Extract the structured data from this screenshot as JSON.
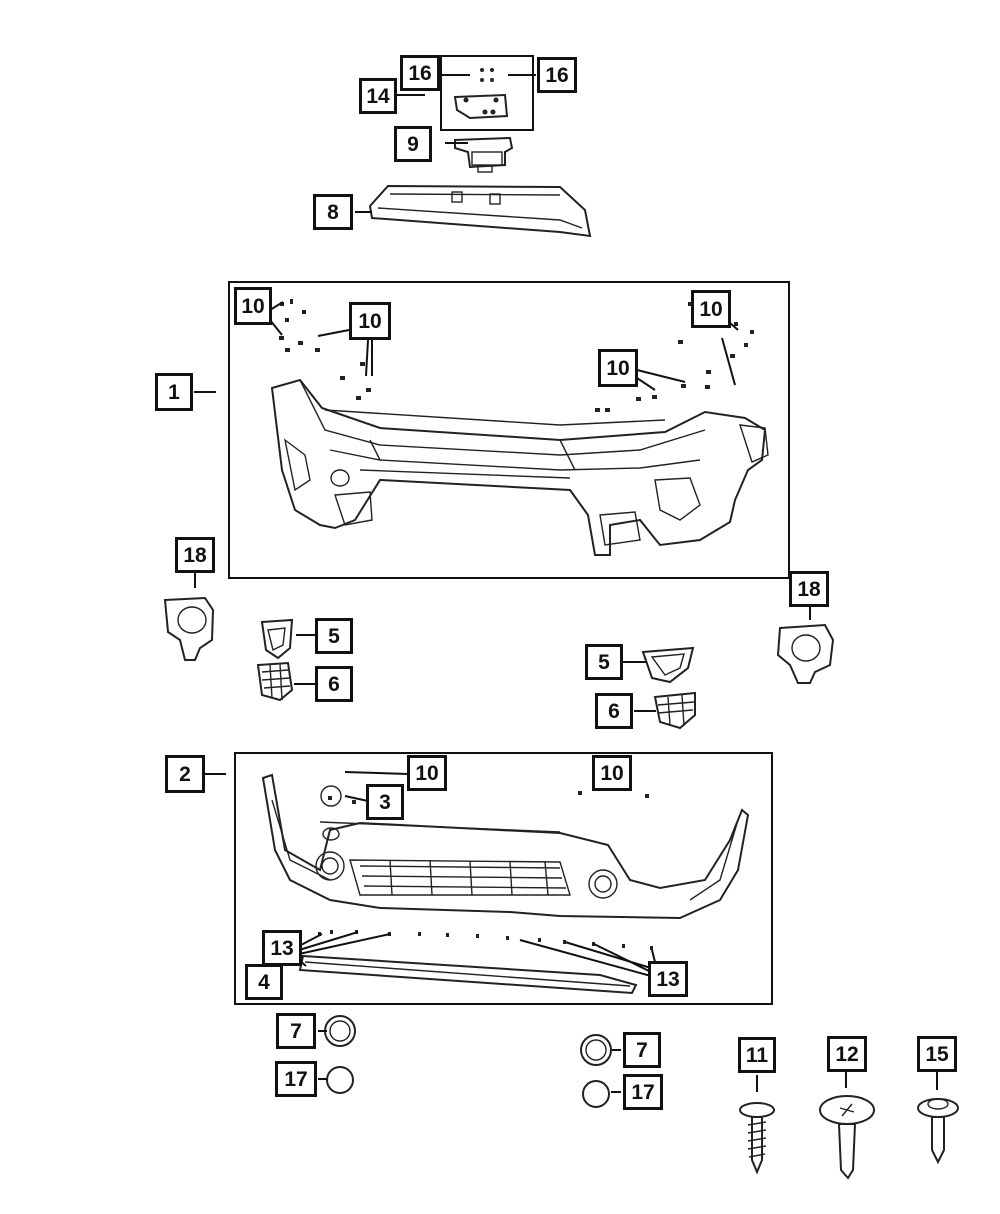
{
  "diagram": {
    "callouts": [
      {
        "id": "c16a",
        "label": "16"
      },
      {
        "id": "c16b",
        "label": "16"
      },
      {
        "id": "c14",
        "label": "14"
      },
      {
        "id": "c9",
        "label": "9"
      },
      {
        "id": "c8",
        "label": "8"
      },
      {
        "id": "c1",
        "label": "1"
      },
      {
        "id": "c10a",
        "label": "10"
      },
      {
        "id": "c10b",
        "label": "10"
      },
      {
        "id": "c10c",
        "label": "10"
      },
      {
        "id": "c10d",
        "label": "10"
      },
      {
        "id": "c18a",
        "label": "18"
      },
      {
        "id": "c18b",
        "label": "18"
      },
      {
        "id": "c5a",
        "label": "5"
      },
      {
        "id": "c6a",
        "label": "6"
      },
      {
        "id": "c5b",
        "label": "5"
      },
      {
        "id": "c6b",
        "label": "6"
      },
      {
        "id": "c2",
        "label": "2"
      },
      {
        "id": "c10e",
        "label": "10"
      },
      {
        "id": "c10f",
        "label": "10"
      },
      {
        "id": "c3",
        "label": "3"
      },
      {
        "id": "c13a",
        "label": "13"
      },
      {
        "id": "c13b",
        "label": "13"
      },
      {
        "id": "c4",
        "label": "4"
      },
      {
        "id": "c7a",
        "label": "7"
      },
      {
        "id": "c17a",
        "label": "17"
      },
      {
        "id": "c7b",
        "label": "7"
      },
      {
        "id": "c17b",
        "label": "17"
      },
      {
        "id": "c11",
        "label": "11"
      },
      {
        "id": "c12",
        "label": "12"
      },
      {
        "id": "c15",
        "label": "15"
      }
    ]
  }
}
